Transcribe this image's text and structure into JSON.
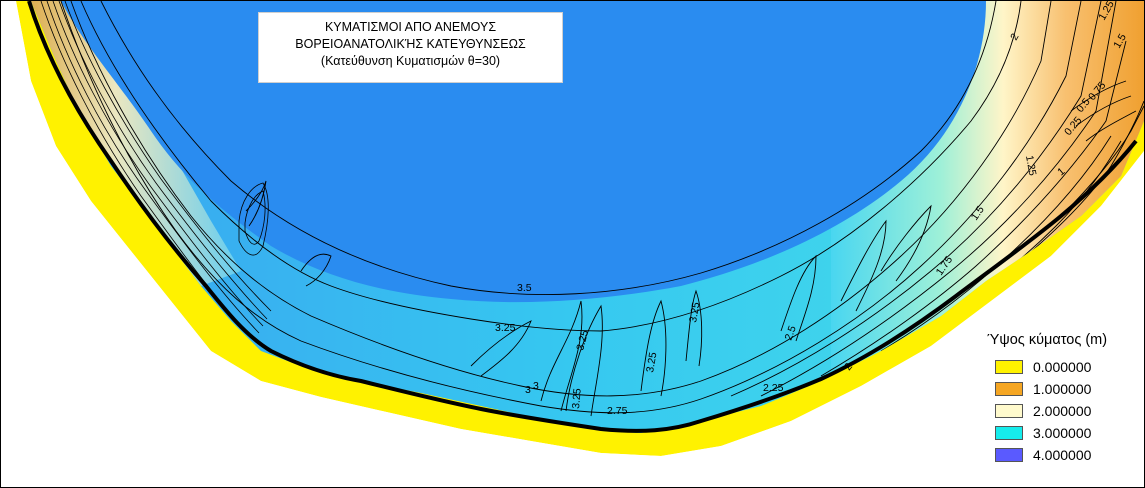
{
  "title": {
    "line1": "ΚΥΜΑΤΙΣΜΟΙ ΑΠΟ ΑΝΕΜΟΥΣ",
    "line2": "ΒΟΡΕΙΟΑΝΑΤΟΛΙΚΉΣ ΚΑΤΕΥΘΥΝΣΕΩΣ",
    "line3": "(Κατεύθυνση Κυματισμών θ=30)"
  },
  "legend": {
    "title": "Ύψος κύματος (m)",
    "items": [
      {
        "label": "0.000000",
        "color": "#fff200"
      },
      {
        "label": "1.000000",
        "color": "#f5a623"
      },
      {
        "label": "2.000000",
        "color": "#fffacd"
      },
      {
        "label": "3.000000",
        "color": "#16ecec"
      },
      {
        "label": "4.000000",
        "color": "#5a5aff"
      }
    ]
  },
  "contour_labels": [
    "3.5",
    "3.25",
    "3.25",
    "3.25",
    "3.25",
    "3.25",
    "3",
    "3",
    "2.75",
    "2.5",
    "2.25",
    "2",
    "1.75",
    "1.5",
    "1.25",
    "1",
    "0.75",
    "0.5",
    "0.25",
    "1.25",
    "2",
    "1.5"
  ],
  "colors": {
    "deep_water": "#2a8cf0",
    "shore_land": "#fff200",
    "coastline": "#000000"
  }
}
